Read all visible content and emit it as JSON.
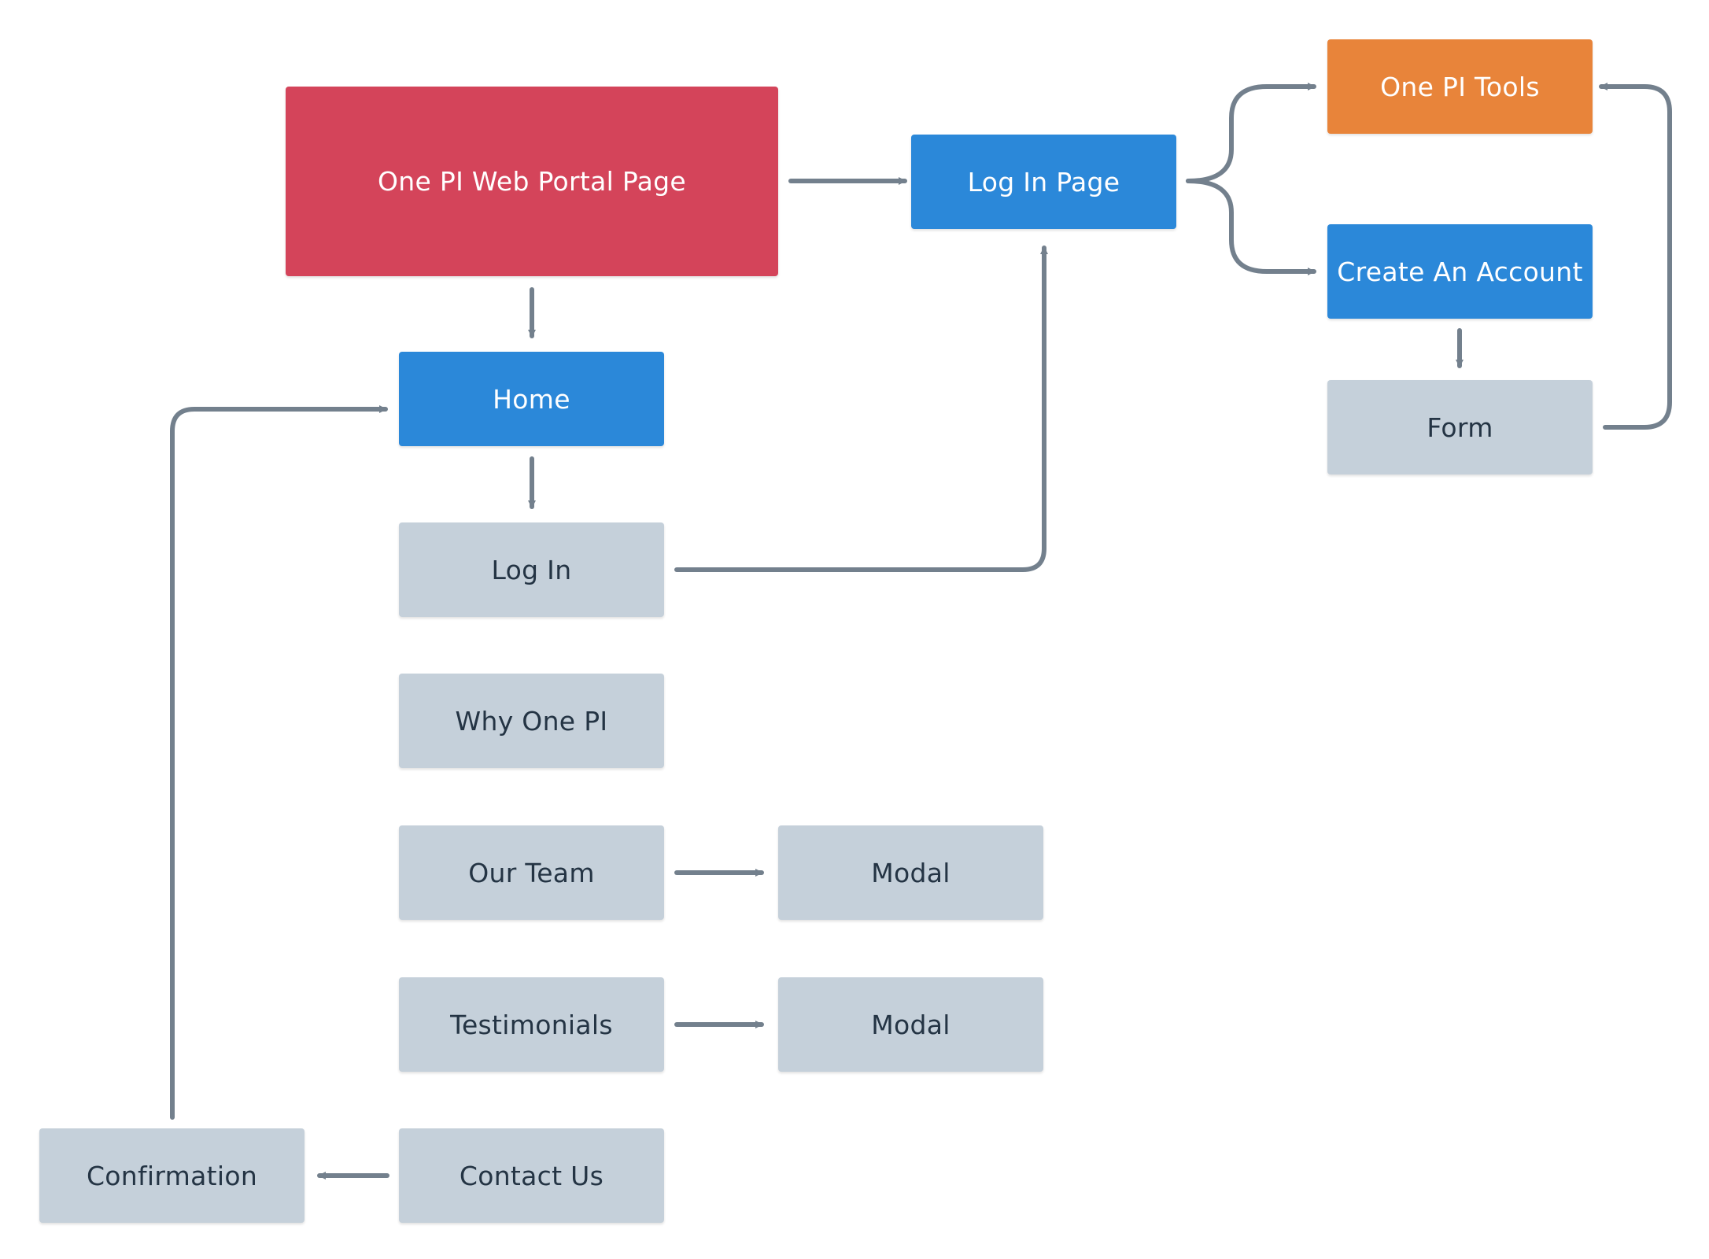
{
  "colors": {
    "red": "#d4445a",
    "blue": "#2b88d9",
    "orange": "#e8843a",
    "gray": "#c5d0da",
    "connector": "#73808d"
  },
  "nodes": {
    "portal": "One PI Web Portal Page",
    "login_page": "Log In Page",
    "tools": "One PI Tools",
    "create_account": "Create An Account",
    "form": "Form",
    "home": "Home",
    "log_in": "Log In",
    "why": "Why One PI",
    "team": "Our Team",
    "team_modal": "Modal",
    "testimonials": "Testimonials",
    "testimonials_modal": "Modal",
    "contact": "Contact Us",
    "confirmation": "Confirmation"
  }
}
